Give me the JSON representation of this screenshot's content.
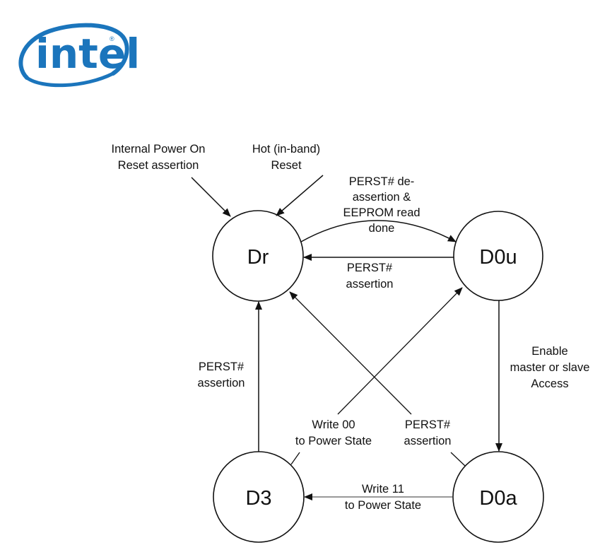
{
  "logo": {
    "brand": "intel",
    "registered_mark": "®",
    "color": "#1b75bc"
  },
  "diagram": {
    "type": "state-machine",
    "line_color": "#111111",
    "states": [
      {
        "id": "Dr",
        "label": "Dr"
      },
      {
        "id": "D0u",
        "label": "D0u"
      },
      {
        "id": "D3",
        "label": "D3"
      },
      {
        "id": "D0a",
        "label": "D0a"
      }
    ],
    "entry_triggers": [
      {
        "to": "Dr",
        "label_lines": [
          "Internal Power On",
          "Reset assertion"
        ]
      },
      {
        "to": "Dr",
        "label_lines": [
          "Hot (in-band)",
          "Reset"
        ]
      }
    ],
    "transitions": [
      {
        "from": "Dr",
        "to": "D0u",
        "label_lines": [
          "PERST# de-",
          "assertion &",
          "EEPROM read",
          "done"
        ]
      },
      {
        "from": "D0u",
        "to": "Dr",
        "label_lines": [
          "PERST#",
          "assertion"
        ]
      },
      {
        "from": "D0u",
        "to": "D0a",
        "label_lines": [
          "Enable",
          "master or slave",
          "Access"
        ]
      },
      {
        "from": "D3",
        "to": "Dr",
        "label_lines": [
          "PERST#",
          "assertion"
        ]
      },
      {
        "from": "D3",
        "to": "D0u",
        "label_lines": [
          "Write 00",
          "to Power State"
        ]
      },
      {
        "from": "D0a",
        "to": "Dr",
        "label_lines": [
          "PERST#",
          "assertion"
        ]
      },
      {
        "from": "D0a",
        "to": "D3",
        "label_lines": [
          "Write 11",
          "to Power State"
        ]
      }
    ]
  }
}
